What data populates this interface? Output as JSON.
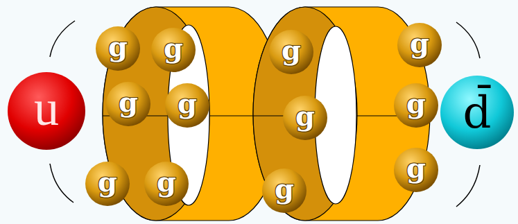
{
  "diagram": {
    "nodes": [
      {
        "text": [
          "u"
        ]
      },
      {
        "text": [
          "g"
        ]
      },
      {
        "text": [
          "g"
        ]
      },
      {
        "text": [
          "g"
        ]
      },
      {
        "text": [
          "g"
        ]
      },
      {
        "text": [
          "g"
        ]
      },
      {
        "text": [
          "g"
        ]
      },
      {
        "text": [
          "g"
        ]
      },
      {
        "text": [
          "g"
        ]
      },
      {
        "text": [
          "g"
        ]
      },
      {
        "text": [
          "g"
        ]
      },
      {
        "text": [
          "g"
        ]
      },
      {
        "text": [
          "g"
        ]
      },
      {
        "text": [
          "d̄"
        ]
      }
    ]
  }
}
